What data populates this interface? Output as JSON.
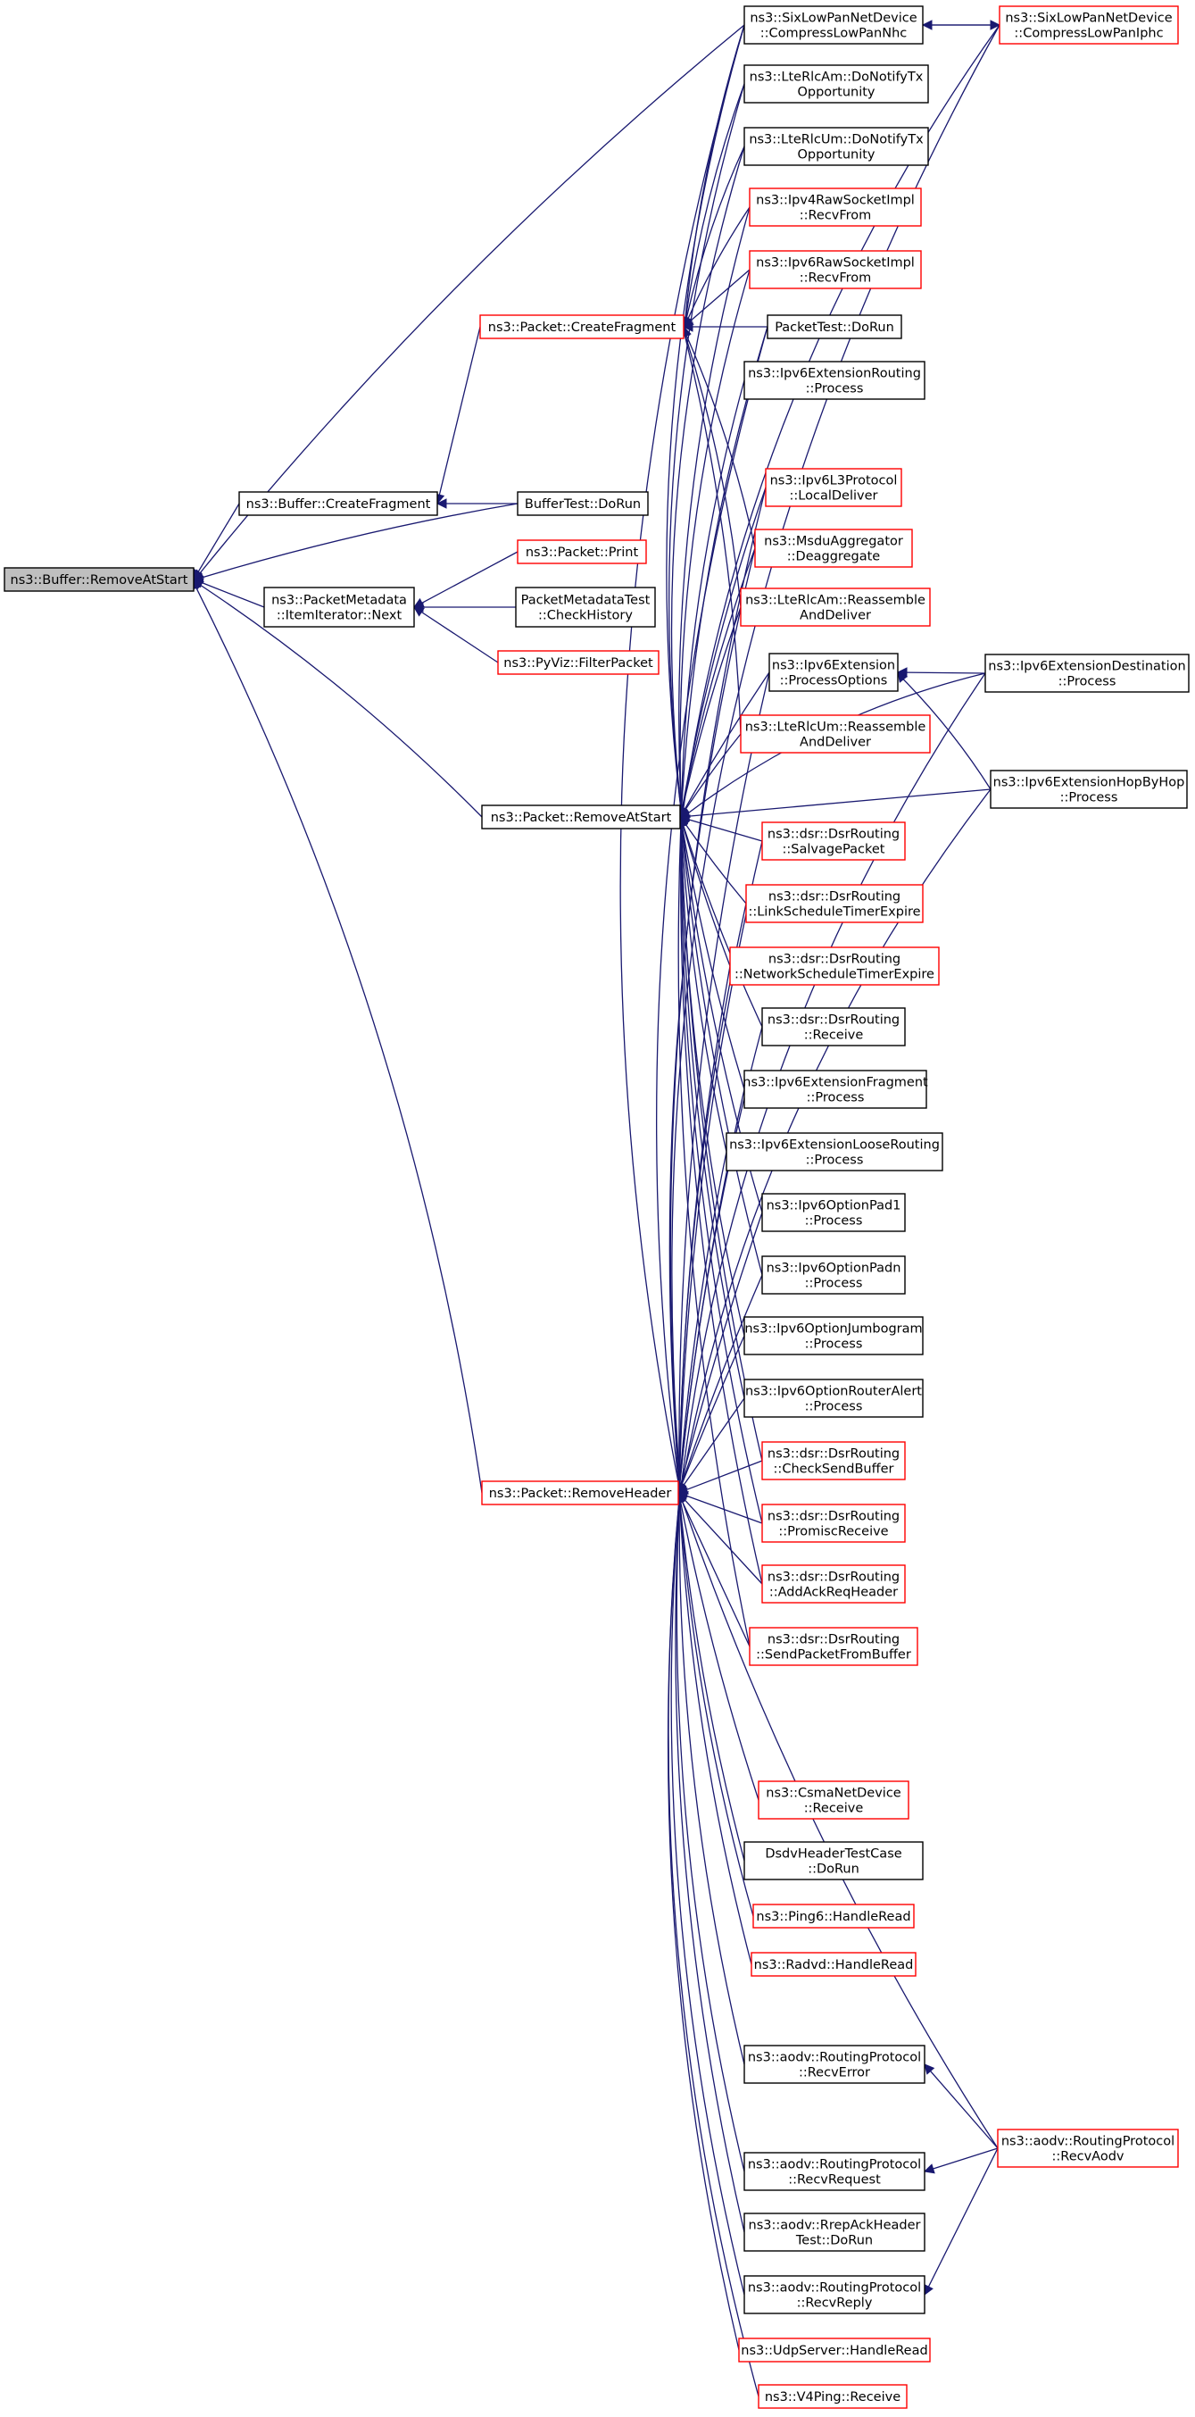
{
  "colors": {
    "edge": "#191970",
    "border_default": "#000000",
    "border_highlight": "#ff0000",
    "root_fill": "#bfbfbf"
  },
  "nodes": [
    {
      "id": "root",
      "lines": [
        "ns3::Buffer::RemoveAtStart"
      ],
      "style": "root"
    },
    {
      "id": "buf_cf",
      "lines": [
        "ns3::Buffer::CreateFragment"
      ],
      "style": "default"
    },
    {
      "id": "pm_next",
      "lines": [
        "ns3::PacketMetadata",
        "::ItemIterator::Next"
      ],
      "style": "default"
    },
    {
      "id": "pkt_cf",
      "lines": [
        "ns3::Packet::CreateFragment"
      ],
      "style": "red"
    },
    {
      "id": "pkt_ras",
      "lines": [
        "ns3::Packet::RemoveAtStart"
      ],
      "style": "default"
    },
    {
      "id": "pkt_rh",
      "lines": [
        "ns3::Packet::RemoveHeader"
      ],
      "style": "red"
    },
    {
      "id": "buftest",
      "lines": [
        "BufferTest::DoRun"
      ],
      "style": "default"
    },
    {
      "id": "pkt_print",
      "lines": [
        "ns3::Packet::Print"
      ],
      "style": "red"
    },
    {
      "id": "pmtest",
      "lines": [
        "PacketMetadataTest",
        "::CheckHistory"
      ],
      "style": "default"
    },
    {
      "id": "pyviz",
      "lines": [
        "ns3::PyViz::FilterPacket"
      ],
      "style": "red"
    },
    {
      "id": "sixnhc",
      "lines": [
        "ns3::SixLowPanNetDevice",
        "::CompressLowPanNhc"
      ],
      "style": "default"
    },
    {
      "id": "lteam_tx",
      "lines": [
        "ns3::LteRlcAm::DoNotifyTx",
        "Opportunity"
      ],
      "style": "default"
    },
    {
      "id": "lteum_tx",
      "lines": [
        "ns3::LteRlcUm::DoNotifyTx",
        "Opportunity"
      ],
      "style": "default"
    },
    {
      "id": "ipv4raw",
      "lines": [
        "ns3::Ipv4RawSocketImpl",
        "::RecvFrom"
      ],
      "style": "red"
    },
    {
      "id": "ipv6raw",
      "lines": [
        "ns3::Ipv6RawSocketImpl",
        "::RecvFrom"
      ],
      "style": "red"
    },
    {
      "id": "pkttest",
      "lines": [
        "PacketTest::DoRun"
      ],
      "style": "default"
    },
    {
      "id": "ipv6extrout",
      "lines": [
        "ns3::Ipv6ExtensionRouting",
        "::Process"
      ],
      "style": "default"
    },
    {
      "id": "ipv6l3",
      "lines": [
        "ns3::Ipv6L3Protocol",
        "::LocalDeliver"
      ],
      "style": "red"
    },
    {
      "id": "msdu",
      "lines": [
        "ns3::MsduAggregator",
        "::Deaggregate"
      ],
      "style": "red"
    },
    {
      "id": "lteam_rd",
      "lines": [
        "ns3::LteRlcAm::Reassemble",
        "AndDeliver"
      ],
      "style": "red"
    },
    {
      "id": "ipv6extpo",
      "lines": [
        "ns3::Ipv6Extension",
        "::ProcessOptions"
      ],
      "style": "default"
    },
    {
      "id": "lteum_rd",
      "lines": [
        "ns3::LteRlcUm::Reassemble",
        "AndDeliver"
      ],
      "style": "red"
    },
    {
      "id": "dsr_salvage",
      "lines": [
        "ns3::dsr::DsrRouting",
        "::SalvagePacket"
      ],
      "style": "red"
    },
    {
      "id": "dsr_link",
      "lines": [
        "ns3::dsr::DsrRouting",
        "::LinkScheduleTimerExpire"
      ],
      "style": "red"
    },
    {
      "id": "dsr_net",
      "lines": [
        "ns3::dsr::DsrRouting",
        "::NetworkScheduleTimerExpire"
      ],
      "style": "red"
    },
    {
      "id": "dsr_recv",
      "lines": [
        "ns3::dsr::DsrRouting",
        "::Receive"
      ],
      "style": "default"
    },
    {
      "id": "ipv6frag",
      "lines": [
        "ns3::Ipv6ExtensionFragment",
        "::Process"
      ],
      "style": "default"
    },
    {
      "id": "ipv6loose",
      "lines": [
        "ns3::Ipv6ExtensionLooseRouting",
        "::Process"
      ],
      "style": "default"
    },
    {
      "id": "pad1",
      "lines": [
        "ns3::Ipv6OptionPad1",
        "::Process"
      ],
      "style": "default"
    },
    {
      "id": "padn",
      "lines": [
        "ns3::Ipv6OptionPadn",
        "::Process"
      ],
      "style": "default"
    },
    {
      "id": "jumbo",
      "lines": [
        "ns3::Ipv6OptionJumbogram",
        "::Process"
      ],
      "style": "default"
    },
    {
      "id": "ralert",
      "lines": [
        "ns3::Ipv6OptionRouterAlert",
        "::Process"
      ],
      "style": "default"
    },
    {
      "id": "dsr_check",
      "lines": [
        "ns3::dsr::DsrRouting",
        "::CheckSendBuffer"
      ],
      "style": "red"
    },
    {
      "id": "dsr_promisc",
      "lines": [
        "ns3::dsr::DsrRouting",
        "::PromiscReceive"
      ],
      "style": "red"
    },
    {
      "id": "dsr_ack",
      "lines": [
        "ns3::dsr::DsrRouting",
        "::AddAckReqHeader"
      ],
      "style": "red"
    },
    {
      "id": "dsr_spfb",
      "lines": [
        "ns3::dsr::DsrRouting",
        "::SendPacketFromBuffer"
      ],
      "style": "red"
    },
    {
      "id": "csma",
      "lines": [
        "ns3::CsmaNetDevice",
        "::Receive"
      ],
      "style": "red"
    },
    {
      "id": "dsdv",
      "lines": [
        "DsdvHeaderTestCase",
        "::DoRun"
      ],
      "style": "default"
    },
    {
      "id": "ping6",
      "lines": [
        "ns3::Ping6::HandleRead"
      ],
      "style": "red"
    },
    {
      "id": "radvd",
      "lines": [
        "ns3::Radvd::HandleRead"
      ],
      "style": "red"
    },
    {
      "id": "aodv_err",
      "lines": [
        "ns3::aodv::RoutingProtocol",
        "::RecvError"
      ],
      "style": "default"
    },
    {
      "id": "aodv_req",
      "lines": [
        "ns3::aodv::RoutingProtocol",
        "::RecvRequest"
      ],
      "style": "default"
    },
    {
      "id": "aodv_rrep",
      "lines": [
        "ns3::aodv::RrepAckHeader",
        "Test::DoRun"
      ],
      "style": "default"
    },
    {
      "id": "aodv_reply",
      "lines": [
        "ns3::aodv::RoutingProtocol",
        "::RecvReply"
      ],
      "style": "default"
    },
    {
      "id": "udp",
      "lines": [
        "ns3::UdpServer::HandleRead"
      ],
      "style": "red"
    },
    {
      "id": "v4ping",
      "lines": [
        "ns3::V4Ping::Receive"
      ],
      "style": "red"
    },
    {
      "id": "sixiphc",
      "lines": [
        "ns3::SixLowPanNetDevice",
        "::CompressLowPanIphc"
      ],
      "style": "red"
    },
    {
      "id": "ipv6dest",
      "lines": [
        "ns3::Ipv6ExtensionDestination",
        "::Process"
      ],
      "style": "default"
    },
    {
      "id": "ipv6hbh",
      "lines": [
        "ns3::Ipv6ExtensionHopByHop",
        "::Process"
      ],
      "style": "default"
    },
    {
      "id": "aodv_aodv",
      "lines": [
        "ns3::aodv::RoutingProtocol",
        "::RecvAodv"
      ],
      "style": "red"
    }
  ]
}
